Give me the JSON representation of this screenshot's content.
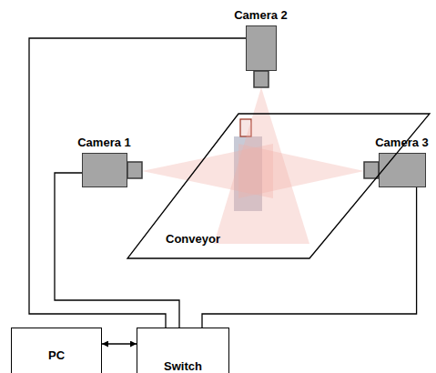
{
  "diagram": {
    "nodes": [
      {
        "text": [
          "Camera 2"
        ]
      },
      {
        "text": [
          "Camera 1"
        ]
      },
      {
        "text": [
          "Camera 3"
        ]
      },
      {
        "text": [
          "Conveyor"
        ]
      },
      {
        "text": [
          "PC"
        ]
      },
      {
        "text": [
          "Switch"
        ]
      }
    ],
    "edges": [
      {
        "from": 1,
        "to": 5,
        "arrow": "none"
      },
      {
        "from": 0,
        "to": 5,
        "arrow": "none"
      },
      {
        "from": 2,
        "to": 5,
        "arrow": "none"
      },
      {
        "from": 4,
        "to": 5,
        "arrow": "both"
      }
    ]
  }
}
